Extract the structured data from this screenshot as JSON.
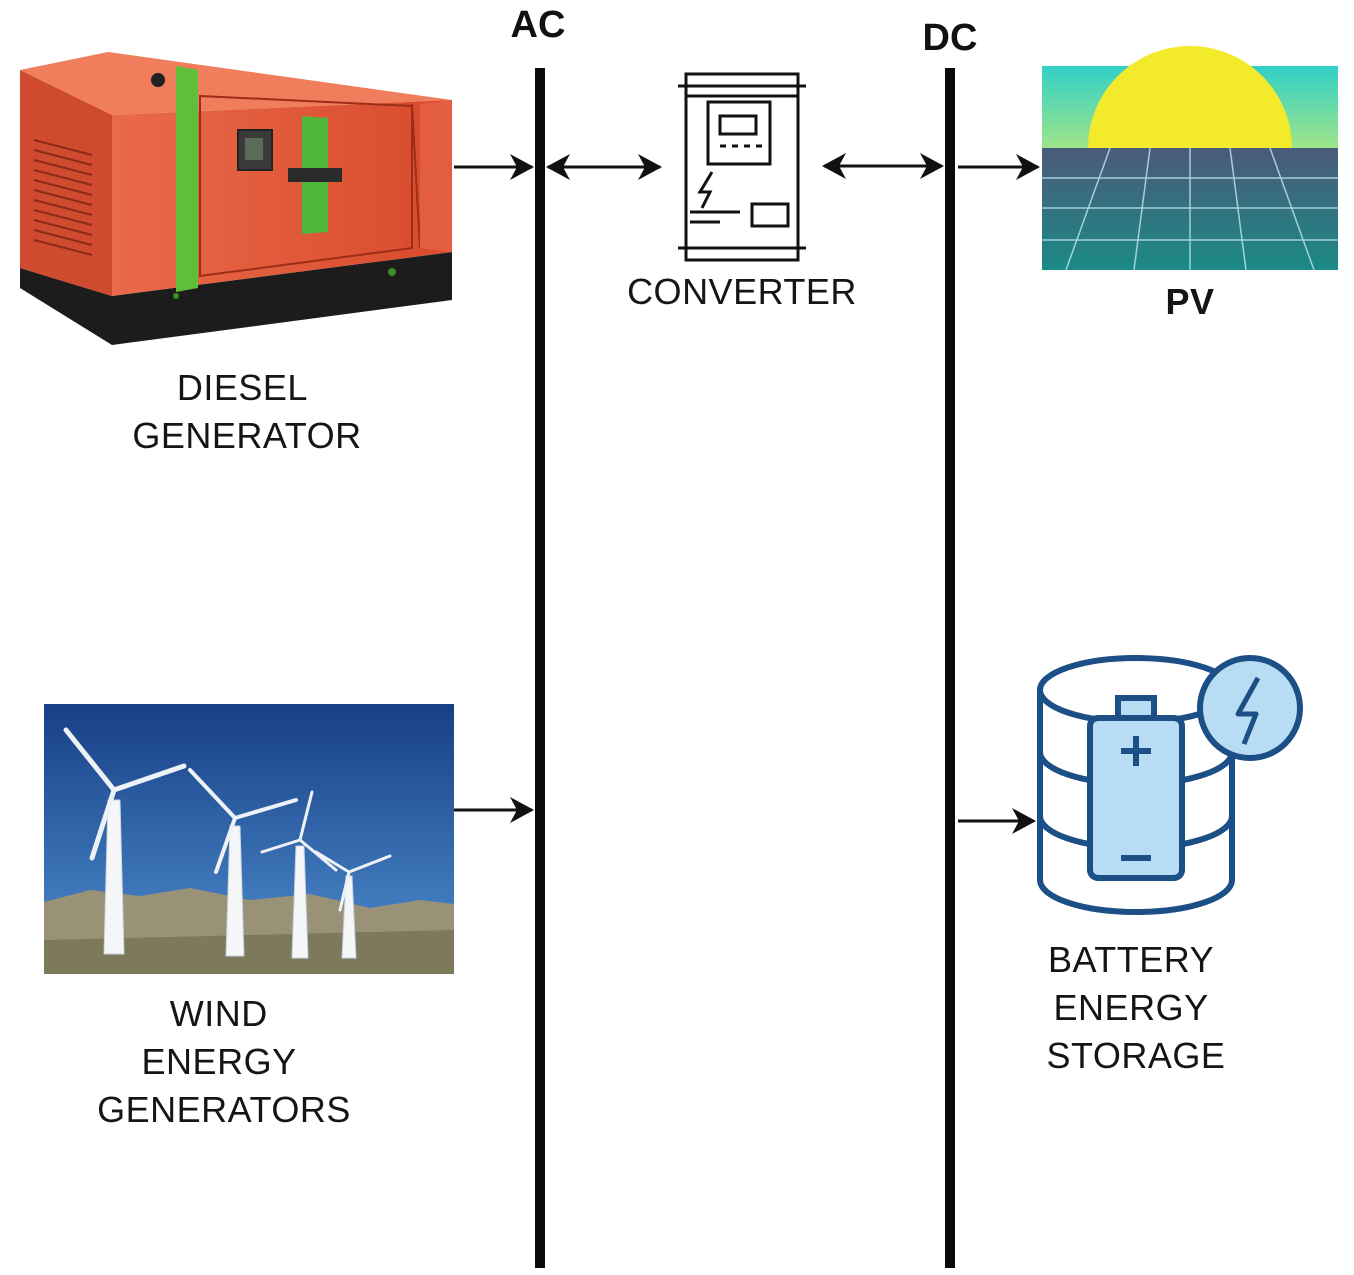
{
  "buses": {
    "ac": {
      "label": "AC"
    },
    "dc": {
      "label": "DC"
    }
  },
  "nodes": {
    "diesel_generator": {
      "label_lines": [
        "DIESEL",
        "GENERATOR"
      ]
    },
    "converter": {
      "label": "CONVERTER"
    },
    "pv": {
      "label": "PV"
    },
    "wind": {
      "label_lines": [
        "WIND",
        "ENERGY",
        "GENERATORS"
      ]
    },
    "battery": {
      "label_lines": [
        "BATTERY",
        "ENERGY",
        "STORAGE"
      ]
    }
  },
  "connections": [
    {
      "from": "diesel_generator",
      "to": "ac_bus",
      "direction": "to_bus"
    },
    {
      "from": "ac_bus",
      "to": "converter",
      "direction": "bidirectional"
    },
    {
      "from": "converter",
      "to": "dc_bus",
      "direction": "bidirectional"
    },
    {
      "from": "dc_bus",
      "to": "pv",
      "direction": "from_bus"
    },
    {
      "from": "wind",
      "to": "ac_bus",
      "direction": "to_bus"
    },
    {
      "from": "dc_bus",
      "to": "battery",
      "direction": "from_bus"
    }
  ],
  "colors": {
    "generator_body": "#e25a3c",
    "generator_stripe": "#5fbf3a",
    "generator_base": "#1c1c1c",
    "pv_sky_top": "#3ad6c6",
    "pv_sun": "#f4ea2c",
    "pv_panel": "#2f5c6a",
    "wind_sky": "#1e5aa8",
    "battery_stroke": "#1d4f87",
    "battery_fill": "#b9dcf5",
    "bus_line": "#0a0a0a"
  }
}
